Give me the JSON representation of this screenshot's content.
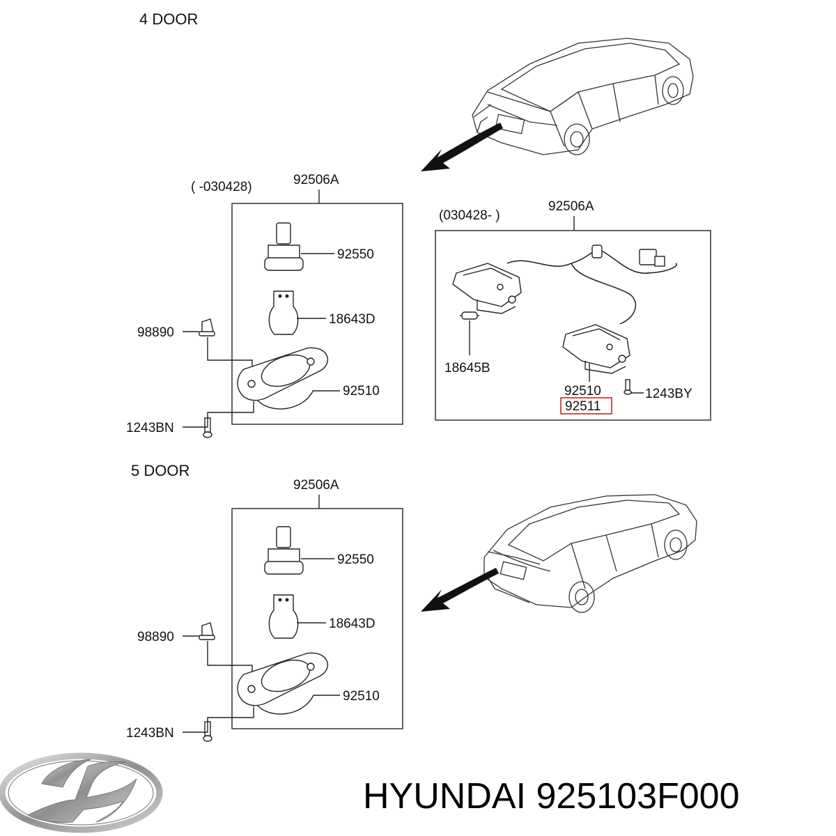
{
  "sections": [
    {
      "title": "4 DOOR",
      "old_box": {
        "date_label": "( -030428)",
        "assembly": "92506A",
        "parts": {
          "holder": "92550",
          "bulb": "18643D",
          "clip": "98890",
          "lens": "92510",
          "screw": "1243BN"
        }
      },
      "new_box": {
        "date_label": "(030428- )",
        "assembly": "92506A",
        "parts": {
          "bulb": "18645B",
          "lens": "92510",
          "lens_alt": "92511",
          "screw": "1243BY"
        }
      }
    },
    {
      "title": "5 DOOR",
      "box": {
        "assembly": "92506A",
        "parts": {
          "holder": "92550",
          "bulb": "18643D",
          "clip": "98890",
          "lens": "92510",
          "screw": "1243BN"
        }
      }
    }
  ],
  "brand": {
    "text": "HYUNDAI 925103F000",
    "logo_icon": "hyundai-logo-icon"
  },
  "colors": {
    "highlight": "#cc2222",
    "logo": "#8a8a8a"
  }
}
